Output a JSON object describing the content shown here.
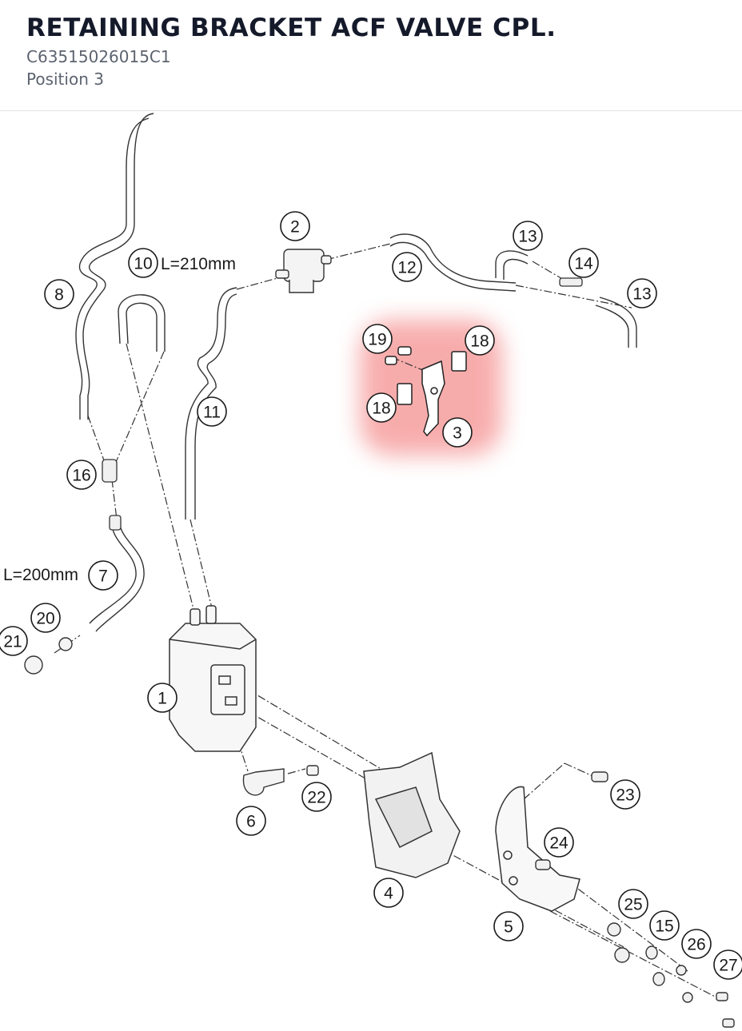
{
  "header": {
    "title": "RETAINING BRACKET ACF VALVE CPL.",
    "part_number": "C63515026015C1",
    "position": "Position 3"
  },
  "diagram": {
    "highlight_color": "#f26b6b",
    "callouts": {
      "c1": "1",
      "c2": "2",
      "c3": "3",
      "c4": "4",
      "c5": "5",
      "c6": "6",
      "c7": "7",
      "c8": "8",
      "c10": "10",
      "c11": "11",
      "c12": "12",
      "c13a": "13",
      "c13b": "13",
      "c14": "14",
      "c15": "15",
      "c16": "16",
      "c18a": "18",
      "c18b": "18",
      "c19": "19",
      "c20": "20",
      "c21": "21",
      "c22": "22",
      "c23": "23",
      "c24": "24",
      "c25": "25",
      "c26": "26",
      "c27": "27"
    },
    "lengths": {
      "hose10": "L=210mm",
      "hose7": "L=200mm"
    }
  }
}
